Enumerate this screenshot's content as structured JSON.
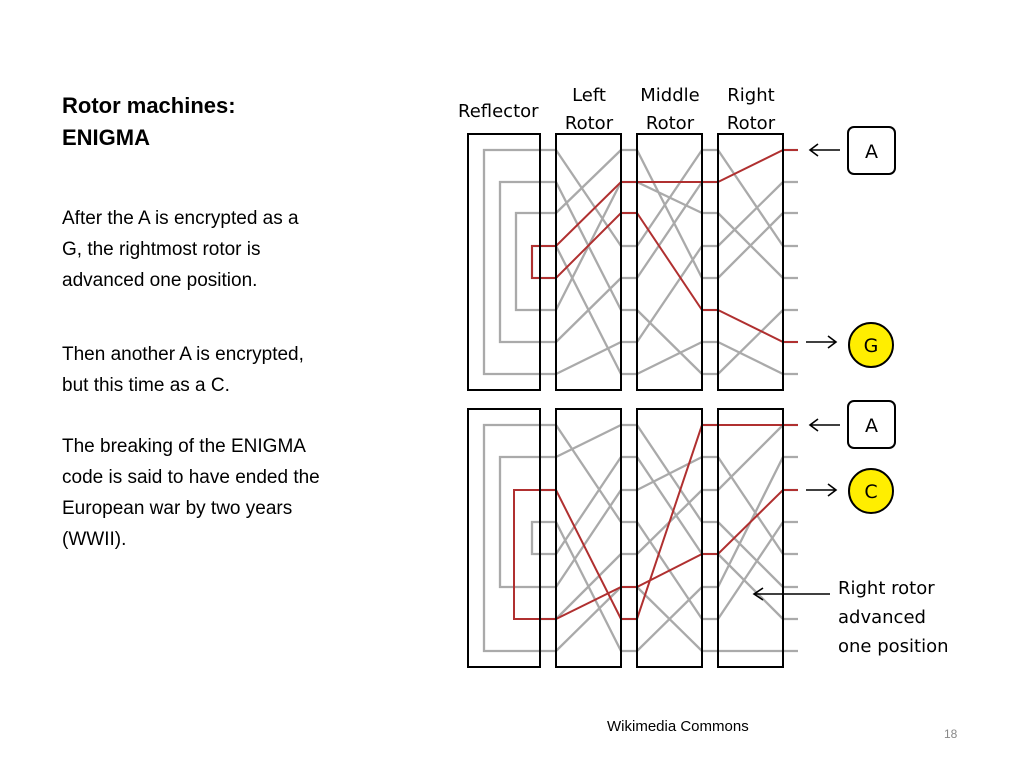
{
  "slide": {
    "title_line1": "Rotor machines:",
    "title_line2": "ENIGMA",
    "para1_line1": "After the A is encrypted as a",
    "para1_line2": "G, the rightmost rotor is",
    "para1_line3": "advanced one position.",
    "para2_line1": "Then another A is encrypted,",
    "para2_line2": "but this time as a C.",
    "para3_line1": "The breaking of the ENIGMA",
    "para3_line2": "code is said to have ended the",
    "para3_line3": "European war by two years",
    "para3_line4": "(WWII).",
    "source": "Wikimedia Commons",
    "page_number": "18"
  },
  "diagram": {
    "reflector_label": "Reflector",
    "left_rotor_line1": "Left",
    "left_rotor_line2": "Rotor",
    "middle_rotor_line1": "Middle",
    "middle_rotor_line2": "Rotor",
    "right_rotor_line1": "Right",
    "right_rotor_line2": "Rotor",
    "top": {
      "input_letter": "A",
      "output_letter": "G"
    },
    "bottom": {
      "input_letter": "A",
      "output_letter": "C"
    },
    "note_line1": "Right rotor",
    "note_line2": "advanced",
    "note_line3": "one position",
    "colors": {
      "wire": "#aaaaaa",
      "path": "#b03030",
      "output_fill": "#ffee00"
    }
  }
}
